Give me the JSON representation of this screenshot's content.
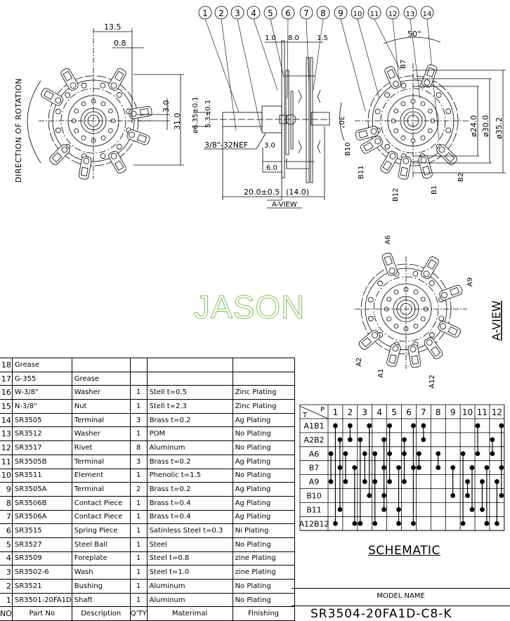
{
  "balloons": [
    "1",
    "2",
    "3",
    "4",
    "5",
    "6",
    "7",
    "8",
    "9",
    "10",
    "11",
    "12",
    "13",
    "14"
  ],
  "front_view": {
    "dim_width": "13.5",
    "dim_plate": "0.8",
    "dim_offset": "3.0",
    "dim_height": "31.0",
    "rotation_label": "DIRECTION OF ROTATION"
  },
  "side_view": {
    "dim_1": "1.0",
    "dim_8": "8.0",
    "dim_15": "1.5",
    "shaft_dia": "ø6.35±0.1",
    "flat": "5.3±0.1",
    "thread": "3/8\"-32NEF",
    "dim_3": "3.0",
    "dim_6": "6.0",
    "shaft_len": "20.0±0.5",
    "body_len": "(14.0)",
    "view_ref": "A-VIEW"
  },
  "rear_view": {
    "angle_50": "50°",
    "angle_30": "30°",
    "d24": "ø24.0",
    "d30": "ø30.0",
    "d35": "ø35.2",
    "terminals": [
      "B7",
      "B10",
      "B11",
      "B12",
      "B1",
      "B2"
    ]
  },
  "a_view": {
    "title": "A-VIEW",
    "terminals": [
      "A6",
      "A9",
      "A2",
      "A1",
      "A12"
    ]
  },
  "watermark": "JASON",
  "bom": {
    "headers": [
      "NO",
      "Part No",
      "Description",
      "Q'TY",
      "Materimal",
      "Finishing"
    ],
    "rows": [
      [
        "18",
        "Grease",
        "",
        "",
        "",
        ""
      ],
      [
        "17",
        "G-355",
        "Grease",
        "",
        "",
        ""
      ],
      [
        "16",
        "W-3/8\"",
        "Washer",
        "1",
        "Stell  t=0.5",
        "Zinc  Plating"
      ],
      [
        "15",
        "N-3/8\"",
        "Nut",
        "1",
        "Stell  t=2.3",
        "Zinc  Plating"
      ],
      [
        "14",
        "SR3505",
        "Terminal",
        "3",
        "Brass  t=0.2",
        "Ag  Plating"
      ],
      [
        "13",
        "SR3512",
        "Washer",
        "1",
        "POM",
        "No  Plating"
      ],
      [
        "12",
        "SR3517",
        "Rivet",
        "8",
        "Aluminum",
        "No  Plating"
      ],
      [
        "11",
        "SR3505B",
        "Terminal",
        "3",
        "Brass  t=0.2",
        "Ag  Plating"
      ],
      [
        "10",
        "SR3511",
        "Element",
        "1",
        "Phenolic  t=1.5",
        "No  Plating"
      ],
      [
        "9",
        "SR3505A",
        "Terminal",
        "2",
        "Brass  t=0.2",
        "Ag  Plating"
      ],
      [
        "8",
        "SR3506B",
        "Contact Piece",
        "1",
        "Brass  t=0.4",
        "Ag  Plating"
      ],
      [
        "7",
        "SR3506A",
        "Contact Piece",
        "1",
        "Brass  t=0.4",
        "Ag  Plating"
      ],
      [
        "6",
        "SR3515",
        "Spring  Piece",
        "1",
        "Satinless Steel t=0.3",
        "Ni  Plating"
      ],
      [
        "5",
        "SR3527",
        "Steel Ball",
        "1",
        "Steel",
        "No  Plating"
      ],
      [
        "4",
        "SR3509",
        "Foreplate",
        "1",
        "Steel  t=0.8",
        "zine  Plating"
      ],
      [
        "3",
        "SR3502-6",
        "Wash",
        "1",
        "Steel  t=1.0",
        "zine  Plating"
      ],
      [
        "2",
        "SR3521",
        "Bushing",
        "1",
        "Aluminum",
        "No  Plating"
      ],
      [
        "1",
        "SR3501-20FA1D",
        "Shaft",
        "1",
        "Aluminum",
        "No  Plating"
      ]
    ]
  },
  "schematic": {
    "title": "SCHEMATIC",
    "corner_t": "T",
    "corner_p": "P",
    "positions": [
      "1",
      "2",
      "3",
      "4",
      "5",
      "6",
      "7",
      "8",
      "9",
      "10",
      "11",
      "12"
    ],
    "terminals": [
      "A1B1",
      "A2B2",
      "A6",
      "B7",
      "A9",
      "B10",
      "B11",
      "A12B12"
    ],
    "connections": [
      [
        {
          "lane": "l",
          "rows": [
            2,
            4
          ]
        },
        {
          "lane": "c",
          "rows": [
            0,
            7
          ]
        },
        {
          "lane": "r",
          "rows": [
            1,
            3,
            6
          ]
        }
      ],
      [
        {
          "lane": "l",
          "rows": [
            2,
            4
          ]
        },
        {
          "lane": "c",
          "rows": [
            0,
            1
          ]
        },
        {
          "lane": "r",
          "rows": [
            3,
            7
          ]
        }
      ],
      [
        {
          "lane": "l",
          "rows": [
            1,
            7
          ]
        },
        {
          "lane": "c",
          "rows": [
            2,
            4
          ]
        },
        {
          "lane": "r",
          "rows": [
            0,
            5
          ]
        }
      ],
      [
        {
          "lane": "l",
          "rows": [
            2,
            4,
            7
          ]
        },
        {
          "lane": "r",
          "rows": [
            1,
            3,
            5,
            6
          ]
        }
      ],
      [
        {
          "lane": "l",
          "rows": [
            0,
            2,
            4
          ]
        },
        {
          "lane": "r",
          "rows": [
            3,
            6,
            7
          ]
        }
      ],
      [
        {
          "lane": "l",
          "rows": [
            1,
            2,
            4
          ]
        },
        {
          "lane": "r",
          "rows": [
            0,
            3,
            7
          ]
        }
      ],
      [
        {
          "lane": "l",
          "rows": [
            2,
            3
          ]
        },
        {
          "lane": "c",
          "rows": [
            0,
            1
          ]
        }
      ],
      [
        {
          "lane": "c",
          "rows": [
            2,
            3
          ]
        }
      ],
      [
        {
          "lane": "c",
          "rows": [
            3,
            5
          ]
        }
      ],
      [
        {
          "lane": "l",
          "rows": [
            2,
            7
          ]
        },
        {
          "lane": "c",
          "rows": [
            4,
            5
          ]
        },
        {
          "lane": "r",
          "rows": [
            3,
            6
          ]
        }
      ],
      [
        {
          "lane": "l",
          "rows": [
            0,
            2
          ]
        },
        {
          "lane": "c",
          "rows": [
            4,
            6
          ]
        },
        {
          "lane": "r",
          "rows": [
            3,
            7
          ]
        }
      ],
      [
        {
          "lane": "l",
          "rows": [
            1,
            2
          ]
        },
        {
          "lane": "c",
          "rows": [
            4,
            7
          ]
        },
        {
          "lane": "r",
          "rows": [
            0,
            3,
            5
          ]
        }
      ]
    ]
  },
  "model": {
    "label": "MODEL NAME",
    "name": "SR3504-20FA1D-C8-K"
  }
}
